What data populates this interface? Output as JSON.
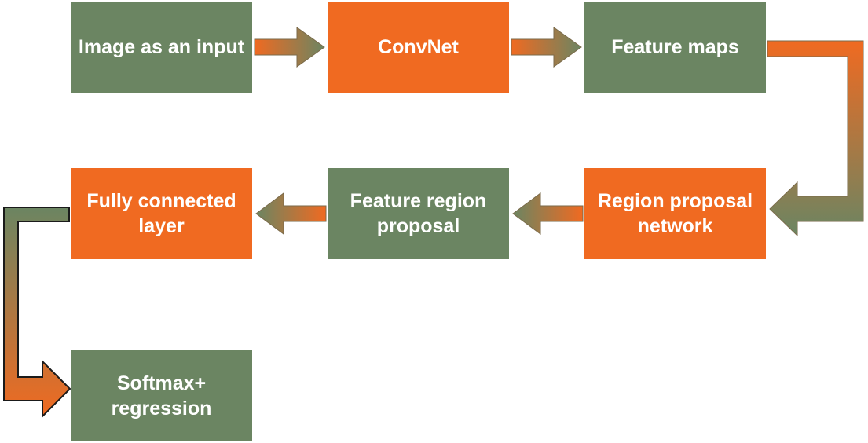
{
  "colors": {
    "green": "#6b8562",
    "orange": "#f06a21",
    "background": "#ffffff"
  },
  "nodes": {
    "image_input": "Image as an input",
    "convnet": "ConvNet",
    "feature_maps": "Feature maps",
    "region_proposal_network": "Region proposal network",
    "feature_region_proposal": "Feature region proposal",
    "fully_connected_layer": "Fully connected layer",
    "softmax_regression": "Softmax+ regression"
  }
}
